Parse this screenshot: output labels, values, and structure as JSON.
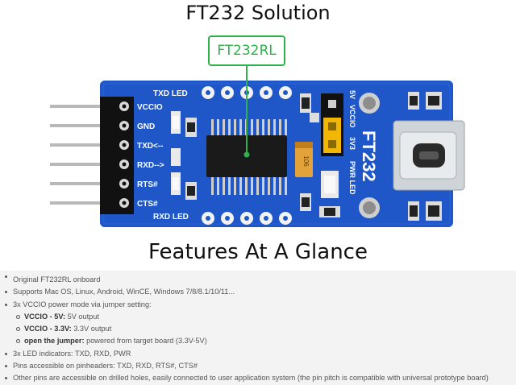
{
  "heading_top": "FT232 Solution",
  "callout": "FT232RL",
  "board": {
    "title": "FT232",
    "txd_led": "TXD LED",
    "rxd_led": "RXD LED",
    "pins": [
      "VCCIO",
      "GND",
      "TXD<--",
      "RXD-->",
      "RTS#",
      "CTS#"
    ],
    "jumper": [
      "5V",
      "VCCIO",
      "3V3"
    ],
    "pwr_led": "PWR LED",
    "cap_label": "106"
  },
  "heading_mid": "Features At A Glance",
  "features": [
    {
      "level": 1,
      "text": "Original FT232RL onboard"
    },
    {
      "level": 1,
      "text": "Supports Mac OS, Linux, Android, WinCE, Windows 7/8/8.1/10/11..."
    },
    {
      "level": 1,
      "text": "3x VCCIO power mode via jumper setting:"
    },
    {
      "level": 2,
      "label": "VCCIO - 5V:",
      "text": " 5V output"
    },
    {
      "level": 2,
      "label": "VCCIO - 3.3V:",
      "text": " 3.3V output"
    },
    {
      "level": 2,
      "label": "open the jumper:",
      "text": " powered from target board (3.3V-5V)"
    },
    {
      "level": 1,
      "text": "3x LED indicators: TXD, RXD, PWR"
    },
    {
      "level": 1,
      "text": "Pins accessible on pinheaders: TXD, RXD, RTS#, CTS#"
    },
    {
      "level": 1,
      "text": "Other pins are accessible on drilled holes, easily connected to user application system (the pin pitch is compatible with universal prototype board)"
    }
  ],
  "colors": {
    "pcb": "#1f57c8",
    "accent": "#2db34a"
  }
}
